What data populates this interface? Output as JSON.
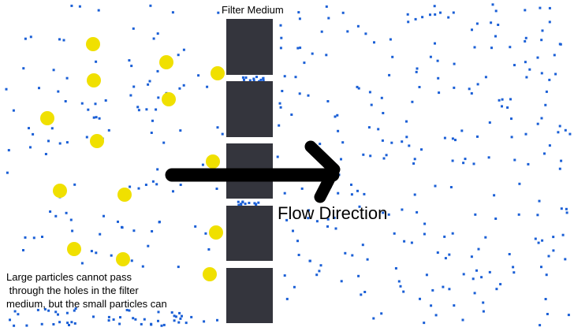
{
  "labels": {
    "title": "Filter Medium",
    "flow": "Flow Direction",
    "caption_lines": [
      "Large particles cannot pass",
      " through the holes in the filter",
      "medium, but the small particles can"
    ]
  },
  "colors": {
    "filter_block": "#34353d",
    "large_particle": "#f0e000",
    "small_particle": "#1a5fd6",
    "arrow": "#000000",
    "background": "#ffffff"
  },
  "diagram": {
    "filter_block_count": 5,
    "large_particle_count": 14,
    "arrow_icon": "arrow-right-icon"
  }
}
